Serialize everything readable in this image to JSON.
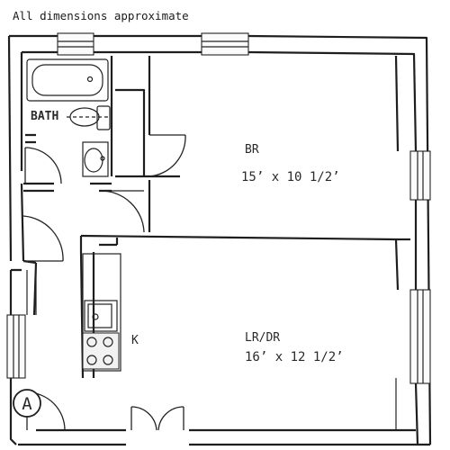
{
  "note": "All dimensions approximate",
  "rooms": {
    "bath": {
      "label": "BATH"
    },
    "bedroom": {
      "label": "BR",
      "dimensions": "15’ x 10 1/2’"
    },
    "kitchen": {
      "label": "K"
    },
    "living_dining": {
      "label": "LR/DR",
      "dimensions": "16’ x 12 1/2’"
    }
  },
  "unit": {
    "letter": "A"
  }
}
